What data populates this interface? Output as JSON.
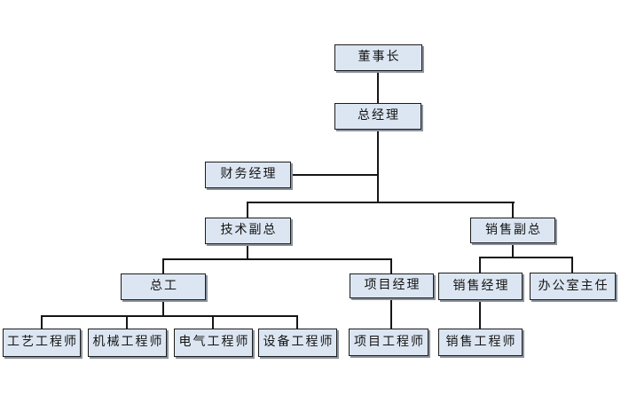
{
  "diagram": {
    "type": "organization-chart",
    "colors": {
      "background": "#ffffff",
      "box_fill": "#dce6f2",
      "box_border": "#1c1c1c",
      "box_shadow": "#8c939e",
      "connector_line": "#161616",
      "text": "#141414"
    },
    "nodes": [
      {
        "id": "chairman",
        "label": "董事长",
        "reports_to": null
      },
      {
        "id": "general-manager",
        "label": "总经理",
        "reports_to": "chairman"
      },
      {
        "id": "finance-manager",
        "label": "财务经理",
        "reports_to": "general-manager"
      },
      {
        "id": "tech-vp",
        "label": "技术副总",
        "reports_to": "general-manager"
      },
      {
        "id": "sales-vp",
        "label": "销售副总",
        "reports_to": "general-manager"
      },
      {
        "id": "chief-engineer",
        "label": "总工",
        "reports_to": "tech-vp"
      },
      {
        "id": "project-manager",
        "label": "项目经理",
        "reports_to": "tech-vp"
      },
      {
        "id": "sales-manager",
        "label": "销售经理",
        "reports_to": "sales-vp"
      },
      {
        "id": "office-director",
        "label": "办公室主任",
        "reports_to": "sales-vp"
      },
      {
        "id": "process-engineer",
        "label": "工艺工程师",
        "reports_to": "chief-engineer"
      },
      {
        "id": "mechanical-engineer",
        "label": "机械工程师",
        "reports_to": "chief-engineer"
      },
      {
        "id": "electrical-engineer",
        "label": "电气工程师",
        "reports_to": "chief-engineer"
      },
      {
        "id": "equipment-engineer",
        "label": "设备工程师",
        "reports_to": "chief-engineer"
      },
      {
        "id": "project-engineer",
        "label": "项目工程师",
        "reports_to": "project-manager"
      },
      {
        "id": "sales-engineer",
        "label": "销售工程师",
        "reports_to": "sales-manager"
      }
    ]
  }
}
